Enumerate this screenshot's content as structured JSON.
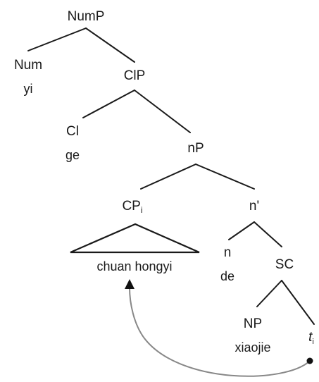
{
  "tree": {
    "nodes": {
      "nump": "NumP",
      "num": "Num",
      "yi": "yi",
      "clp": "ClP",
      "cl": "Cl",
      "ge": "ge",
      "np_top": "nP",
      "cp": "CP",
      "cp_index": "i",
      "nbar": "n'",
      "n": "n",
      "de": "de",
      "sc": "SC",
      "np": "NP",
      "xiaojie": "xiaojie",
      "trace": "t",
      "trace_index": "i"
    },
    "triangle_text": "chuan hongyi"
  }
}
